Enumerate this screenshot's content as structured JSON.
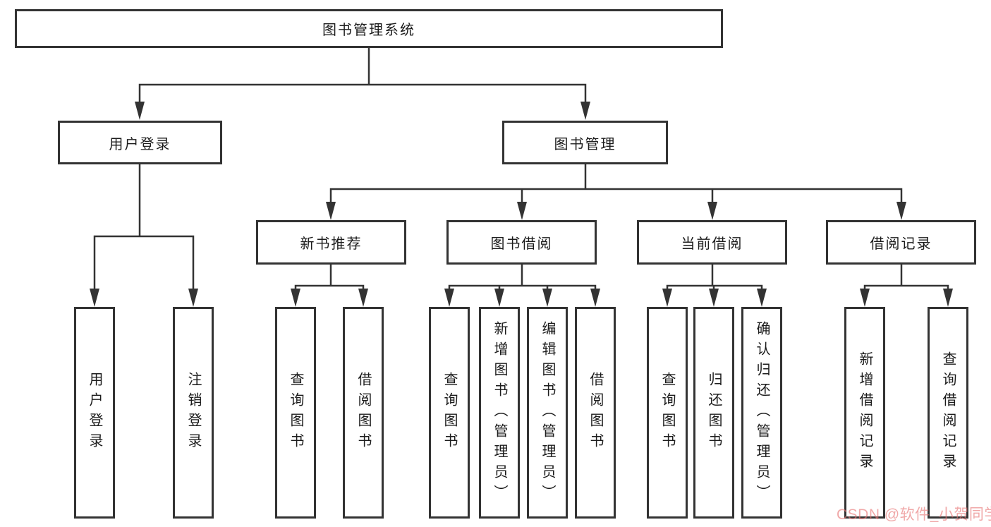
{
  "diagram": {
    "root": {
      "label": "图书管理系统"
    },
    "branches": {
      "user_login": {
        "label": "用户登录",
        "children": [
          {
            "label": "用户登录"
          },
          {
            "label": "注销登录"
          }
        ]
      },
      "book_management": {
        "label": "图书管理",
        "sections": [
          {
            "label": "新书推荐",
            "children": [
              {
                "label": "查询图书"
              },
              {
                "label": "借阅图书"
              }
            ]
          },
          {
            "label": "图书借阅",
            "children": [
              {
                "label": "查询图书"
              },
              {
                "label": "新增图书（管理员）"
              },
              {
                "label": "编辑图书（管理员）"
              },
              {
                "label": "借阅图书"
              }
            ]
          },
          {
            "label": "当前借阅",
            "children": [
              {
                "label": "查询图书"
              },
              {
                "label": "归还图书"
              },
              {
                "label": "确认归还（管理员）"
              }
            ]
          },
          {
            "label": "借阅记录",
            "children": [
              {
                "label": "新增借阅记录"
              },
              {
                "label": "查询借阅记录"
              }
            ]
          }
        ]
      }
    }
  },
  "watermark": {
    "text": "CSDN @软件_小贺同学",
    "color": "rgba(230,115,115,0.62)"
  },
  "colors": {
    "line": "#333333",
    "box_border": "#333333",
    "text": "#1C1C1C",
    "background": "#FFFFFF"
  }
}
